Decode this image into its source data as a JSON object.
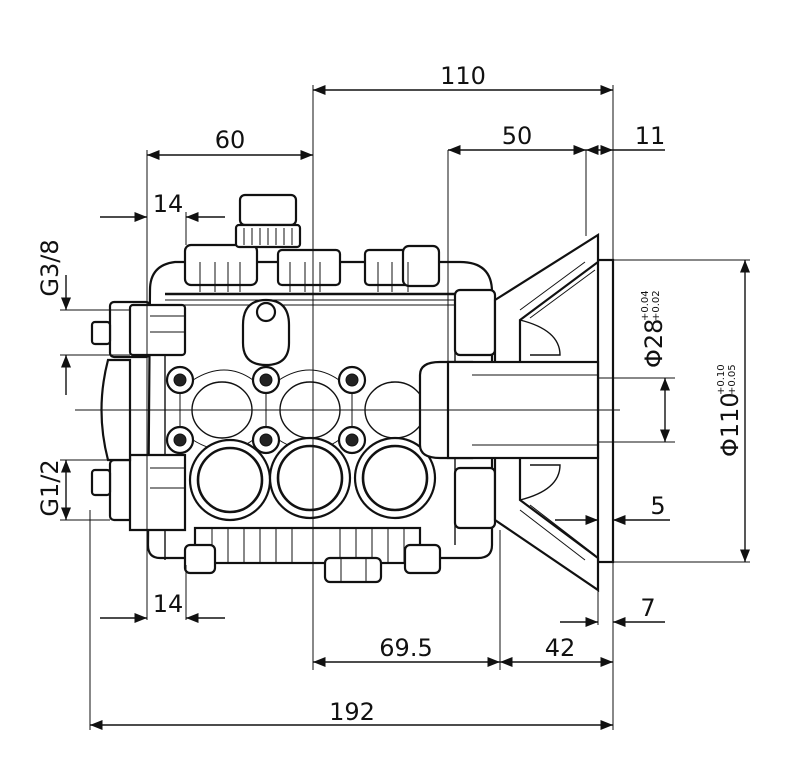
{
  "drawing": {
    "dimensions": {
      "overall_width": "192",
      "top_span": "110",
      "left_span": "60",
      "flange_to_body": "50",
      "flange_thickness_top": "11",
      "left_inset_top": "14",
      "left_inset_bottom": "14",
      "body_to_flange": "69.5",
      "flange_depth": "42",
      "flange_step": "5",
      "flange_lip": "7"
    },
    "threads": {
      "inlet": "G3/8",
      "outlet": "G1/2"
    },
    "diameters": {
      "shaft": "Φ28",
      "shaft_tol_upper": "+0.04",
      "shaft_tol_lower": "+0.02",
      "flange": "Φ110",
      "flange_tol_upper": "+0.10",
      "flange_tol_lower": "+0.05"
    }
  }
}
